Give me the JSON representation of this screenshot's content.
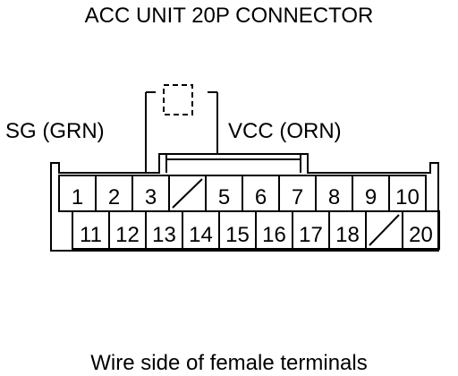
{
  "title": "ACC UNIT 20P CONNECTOR",
  "footer": "Wire side of female terminals",
  "labels": {
    "sg": "SG (GRN)",
    "vcc": "VCC (ORN)"
  },
  "connector": {
    "top_row": [
      {
        "id": "1",
        "label": "1",
        "empty": false
      },
      {
        "id": "2",
        "label": "2",
        "empty": false
      },
      {
        "id": "3",
        "label": "3",
        "empty": false
      },
      {
        "id": "4",
        "label": "",
        "empty": true
      },
      {
        "id": "5",
        "label": "5",
        "empty": false
      },
      {
        "id": "6",
        "label": "6",
        "empty": false
      },
      {
        "id": "7",
        "label": "7",
        "empty": false
      },
      {
        "id": "8",
        "label": "8",
        "empty": false
      },
      {
        "id": "9",
        "label": "9",
        "empty": false
      },
      {
        "id": "10",
        "label": "10",
        "empty": false
      }
    ],
    "bottom_row": [
      {
        "id": "11",
        "label": "11",
        "empty": false
      },
      {
        "id": "12",
        "label": "12",
        "empty": false
      },
      {
        "id": "13",
        "label": "13",
        "empty": false
      },
      {
        "id": "14",
        "label": "14",
        "empty": false
      },
      {
        "id": "15",
        "label": "15",
        "empty": false
      },
      {
        "id": "16",
        "label": "16",
        "empty": false
      },
      {
        "id": "17",
        "label": "17",
        "empty": false
      },
      {
        "id": "18",
        "label": "18",
        "empty": false
      },
      {
        "id": "19",
        "label": "",
        "empty": true
      },
      {
        "id": "20",
        "label": "20",
        "empty": false
      }
    ]
  }
}
